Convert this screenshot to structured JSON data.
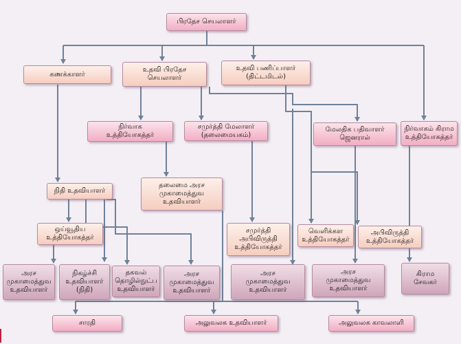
{
  "nodes": {
    "divisional_secretary": "பிரதேச செயலாளர்",
    "accountant": "கணக்காளர்",
    "assistant_divisional_secretary": "உதவி பிரதேச\nசெயலாளர்",
    "assistant_director_planning": "உதவி பணிப்பாளர்\n(திட்டமிடல்)",
    "administrative_officer": "நிர்வாக\nஉத்தியோகத்தர்",
    "samurdhi_manager": "சமுர்த்தி மேலாளர்\n(தலைமையகம்)",
    "additional_registrar_general": "மேலதிக பதிவாளர்\nஜெனரால்",
    "grama_niladhari_admin": "நிர்வாகம் கிராம\nஉத்தியோகத்தர்",
    "finance_assistant": "நிதி உதவியாளர்",
    "chief_management_assistant": "தலைமை அரச\nமுகாமைத்துவ\nஉதவியாளர்",
    "pension_officer": "ஒய்வூதிய\nஉத்தியோகத்தர்",
    "samurdhi_dev_officer": "சமுர்த்தி\nஅபிவிருத்தி\nஉத்தியோகத்தர்",
    "foreign_employment_officer": "வெளிக்கள\nஉத்தியோகத்தர்",
    "development_officer": "அபிவிருத்தி\nஉத்தியோகத்தர்",
    "ma_1": "அரச\nமுகாமைத்துவ\nஉதவியாளர்",
    "program_assistant_finance": "நிகழ்ச்சி\nஉதவியாளர்\n(நிதி)",
    "it_assistant": "தகவல்\nதொழில்நுட்ப\nஉதவியாளர்",
    "ma_2": "அரச\nமுகாமைத்துவ\nஉதவியாளர்",
    "ma_3": "அரச\nமுகாமைத்துவ\nஉதவியாளர்",
    "ma_4": "அரச\nமுகாமைத்துவ\nஉதவியாளர்",
    "grama_sevaka": "கிராம\nசேவகர்",
    "driver": "சாரதி",
    "office_assistant": "அலுவலக உதவியாளர்",
    "office_watcher": "அலுவலக காவலாளி"
  },
  "colors": {
    "connector": "#6e8199",
    "node_border": "#b58aa0",
    "pink": "#f2aec4",
    "peach": "#f6cdbf",
    "mauve": "#cfa6ba",
    "background": "#f4eff5"
  }
}
